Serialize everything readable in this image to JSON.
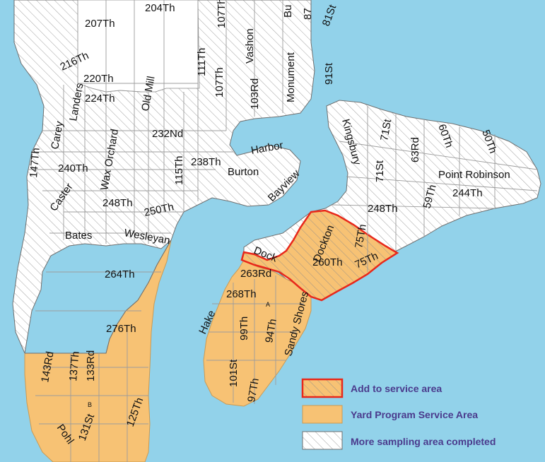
{
  "colors": {
    "water": "#92d2ea",
    "land": "#ffffff",
    "service": "#f7c274",
    "service_stroke": "#c99a55",
    "added_border": "#e8281b",
    "hatch": "#8a8a8a",
    "legend_text": "#4a3a8c"
  },
  "legend": {
    "items": [
      {
        "label": "Add to service area"
      },
      {
        "label": "Yard Program Service Area"
      },
      {
        "label": "More sampling area completed"
      }
    ]
  },
  "labels": [
    {
      "text": "204Th"
    },
    {
      "text": "207Th"
    },
    {
      "text": "216Th"
    },
    {
      "text": "220Th"
    },
    {
      "text": "224Th"
    },
    {
      "text": "Landers"
    },
    {
      "text": "Old Mill"
    },
    {
      "text": "111Th"
    },
    {
      "text": "107Th"
    },
    {
      "text": "107Th"
    },
    {
      "text": "Vashon"
    },
    {
      "text": "103Rd"
    },
    {
      "text": "Monument"
    },
    {
      "text": "Bu"
    },
    {
      "text": "87"
    },
    {
      "text": "81St"
    },
    {
      "text": "91St"
    },
    {
      "text": "Carey"
    },
    {
      "text": "147Th"
    },
    {
      "text": "240Th"
    },
    {
      "text": "Wax Orchard"
    },
    {
      "text": "232Nd"
    },
    {
      "text": "115Th"
    },
    {
      "text": "238Th"
    },
    {
      "text": "Harbor"
    },
    {
      "text": "Burton"
    },
    {
      "text": "Bayview"
    },
    {
      "text": "Kingsbury"
    },
    {
      "text": "71St"
    },
    {
      "text": "71St"
    },
    {
      "text": "63Rd"
    },
    {
      "text": "60Th"
    },
    {
      "text": "50Th"
    },
    {
      "text": "Point Robinson"
    },
    {
      "text": "59Th"
    },
    {
      "text": "244Th"
    },
    {
      "text": "Caster"
    },
    {
      "text": "248Th"
    },
    {
      "text": "250Th"
    },
    {
      "text": "248Th"
    },
    {
      "text": "Bates"
    },
    {
      "text": "Wesleyan"
    },
    {
      "text": "Dock"
    },
    {
      "text": "Dockton"
    },
    {
      "text": "75Th"
    },
    {
      "text": "260Th"
    },
    {
      "text": "75Th"
    },
    {
      "text": "263Rd"
    },
    {
      "text": "264Th"
    },
    {
      "text": "268Th"
    },
    {
      "text": "A"
    },
    {
      "text": "Hake"
    },
    {
      "text": "99Th"
    },
    {
      "text": "94Th"
    },
    {
      "text": "Sandy Shores"
    },
    {
      "text": "276Th"
    },
    {
      "text": "101St"
    },
    {
      "text": "97Th"
    },
    {
      "text": "143Rd"
    },
    {
      "text": "137Th"
    },
    {
      "text": "133Rd"
    },
    {
      "text": "B"
    },
    {
      "text": "125Th"
    },
    {
      "text": "Pohl"
    },
    {
      "text": "131St"
    }
  ]
}
